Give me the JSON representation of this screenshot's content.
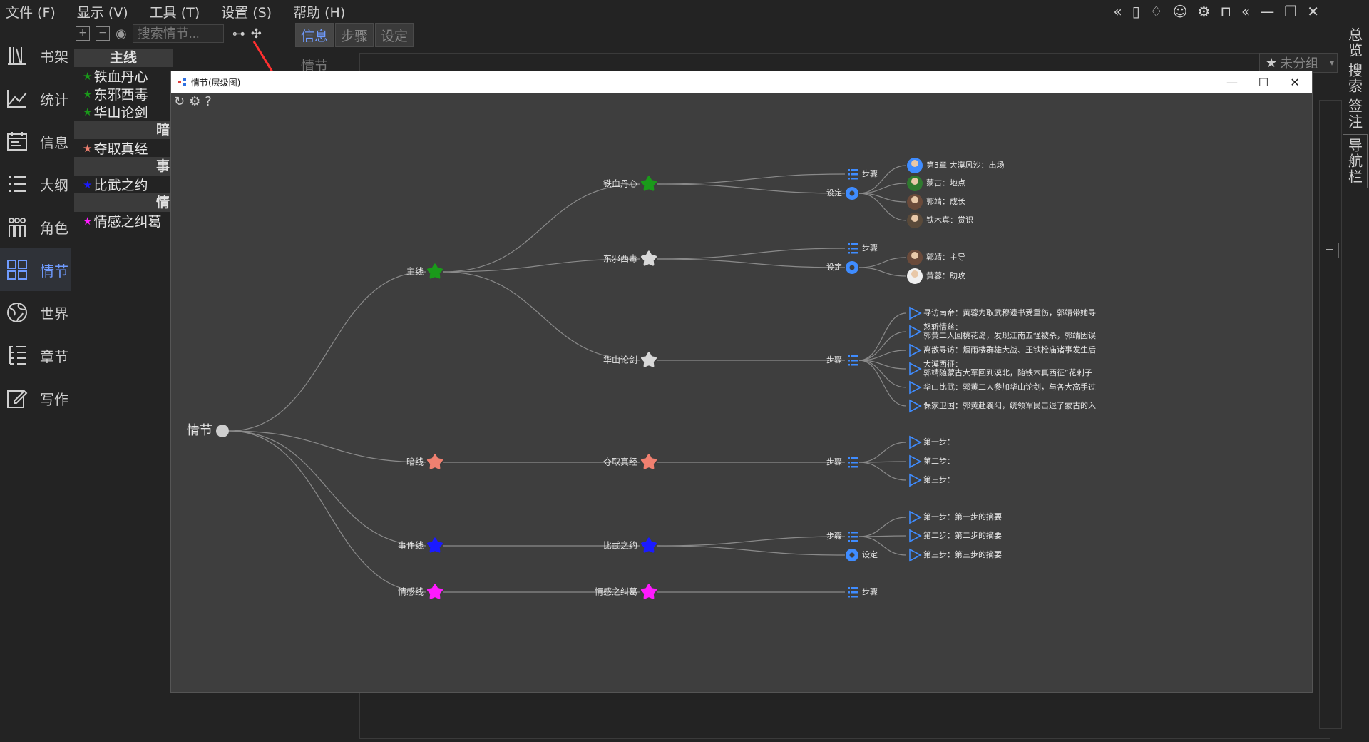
{
  "menu": [
    {
      "label": "文件 (F)"
    },
    {
      "label": "显示 (V)"
    },
    {
      "label": "工具 (T)"
    },
    {
      "label": "设置 (S)"
    },
    {
      "label": "帮助 (H)"
    }
  ],
  "nav": [
    {
      "label": "书架",
      "icon": "bookshelf-icon"
    },
    {
      "label": "统计",
      "icon": "chart-icon"
    },
    {
      "label": "信息",
      "icon": "calendar-icon"
    },
    {
      "label": "大纲",
      "icon": "list-icon"
    },
    {
      "label": "角色",
      "icon": "people-icon"
    },
    {
      "label": "情节",
      "icon": "grid-icon"
    },
    {
      "label": "世界",
      "icon": "globe-icon"
    },
    {
      "label": "章节",
      "icon": "tree-icon"
    },
    {
      "label": "写作",
      "icon": "edit-icon"
    }
  ],
  "search": {
    "placeholder": "搜索情节..."
  },
  "tabs": [
    {
      "label": "信息"
    },
    {
      "label": "步骤"
    },
    {
      "label": "设定"
    }
  ],
  "panel_label": "情节",
  "group_select": "未分组",
  "tree": {
    "header_main": "主线",
    "main_items": [
      "铁血丹心",
      "东邪西毒",
      "华山论剑"
    ],
    "header_dark": "暗",
    "dark_items": [
      "夺取真经"
    ],
    "header_event": "事",
    "event_items": [
      "比武之约"
    ],
    "header_emotion": "情",
    "emotion_items": [
      "情感之纠葛"
    ]
  },
  "right_tabs": [
    "总览",
    "搜索",
    "签注",
    "导航栏"
  ],
  "dialog": {
    "title": "情节(层级图)"
  },
  "graph": {
    "root": "情节",
    "lines": [
      {
        "label": "主线",
        "color": "#1a9a1a"
      },
      {
        "label": "暗线",
        "color": "#f08070"
      },
      {
        "label": "事件线",
        "color": "#1a1aff"
      },
      {
        "label": "情感线",
        "color": "#ff1aff"
      }
    ],
    "plots": [
      {
        "label": "铁血丹心",
        "color": "#1a9a1a"
      },
      {
        "label": "东邪西毒",
        "color": "#d8d8d8"
      },
      {
        "label": "华山论剑",
        "color": "#d8d8d8"
      },
      {
        "label": "夺取真经",
        "color": "#f08070"
      },
      {
        "label": "比武之约",
        "color": "#1a1aff"
      },
      {
        "label": "情感之纠葛",
        "color": "#ff1aff"
      }
    ],
    "kinds": {
      "steps": "步骤",
      "settings": "设定"
    },
    "leaves_tiexue_settings": [
      "第3章 大漠风沙：出场",
      "蒙古：地点",
      "郭靖：成长",
      "铁木真：赏识"
    ],
    "leaves_dongxie_settings": [
      "郭靖：主导",
      "黄蓉：助攻"
    ],
    "leaves_huashan_steps": [
      "寻访南帝：黄蓉为取武穆遗书受重伤，郭靖带她寻",
      "怒斩情丝：",
      "郭黄二人回桃花岛，发现江南五怪被杀，郭靖因误",
      "离散寻访：烟雨楼群雄大战、王铁枪庙诸事发生后",
      "大漠西征：",
      "郭靖随蒙古大军回到漠北，随铁木真西征”花剌子",
      "华山比武：郭黄二人参加华山论剑，与各大高手过",
      "保家卫国：郭黄赴襄阳，统领军民击退了蒙古的入"
    ],
    "leaves_duoqu_steps": [
      "第一步：",
      "第二步：",
      "第三步："
    ],
    "leaves_biwu_steps": [
      "第一步：第一步的摘要",
      "第二步：第二步的摘要",
      "第三步：第三步的摘要"
    ]
  },
  "colors": {
    "accent": "#6f9bff",
    "edge": "#8a8a8a",
    "step_blue": "#3f8cff"
  }
}
